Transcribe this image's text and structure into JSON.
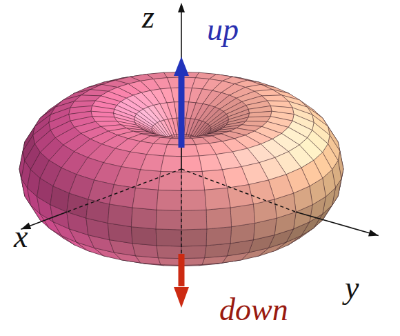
{
  "diagram": {
    "labels": [
      "z",
      "up",
      "x",
      "y",
      "down"
    ]
  }
}
